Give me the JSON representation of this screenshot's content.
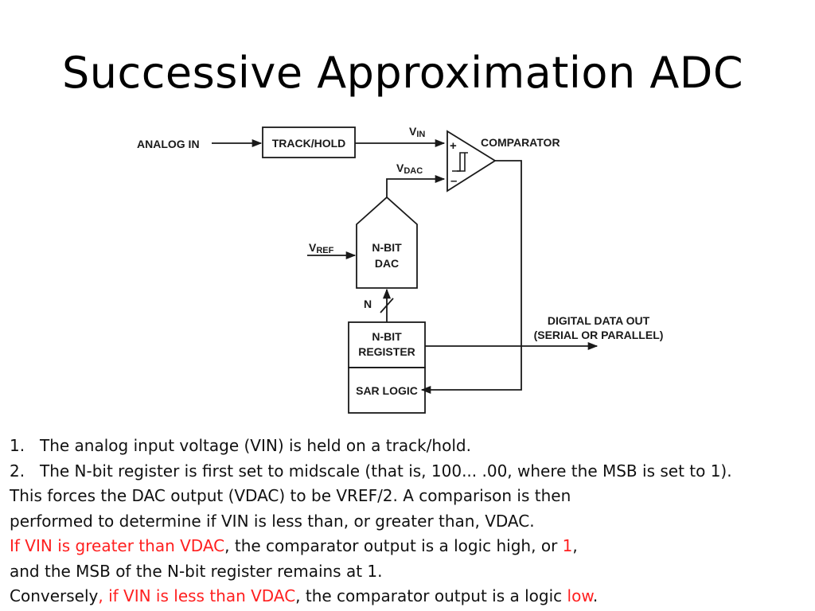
{
  "title": "Successive Approximation ADC",
  "diagram": {
    "analog_in": "ANALOG IN",
    "track_hold": "TRACK/HOLD",
    "vin_main": "V",
    "vin_sub": "IN",
    "vdac_main": "V",
    "vdac_sub": "DAC",
    "plus": "+",
    "minus": "–",
    "comparator": "COMPARATOR",
    "vref_main": "V",
    "vref_sub": "REF",
    "dac_line1": "N-BIT",
    "dac_line2": "DAC",
    "bus_n": "N",
    "register_line1": "N-BIT",
    "register_line2": "REGISTER",
    "sar_logic": "SAR LOGIC",
    "digital_out_line1": "DIGITAL DATA OUT",
    "digital_out_line2": "(SERIAL OR PARALLEL)"
  },
  "text": {
    "item1_num": "1.",
    "item1": "The analog input voltage (VIN) is held on a track/hold.",
    "item2_num": "2.",
    "item2": "The N-bit register is first set to midscale (that is, 100... .00, where the MSB is set to 1).",
    "line3": "This forces the DAC output (VDAC) to be VREF/2. A comparison is then",
    "line4": "performed to determine if VIN is less than, or greater than, VDAC.",
    "line5_red": "If VIN is greater than VDAC",
    "line5_mid": ", the comparator output is a logic high, or ",
    "line5_red2": "1",
    "line5_end": ",",
    "line6": "and the MSB of the N-bit register remains at 1.",
    "line7_start": "Conversely",
    "line7_red": ", if VIN is less than VDAC",
    "line7_mid": ", the comparator output is a logic ",
    "line7_red2": "low",
    "line7_end": "."
  },
  "colors": {
    "highlight": "#ff2020",
    "diagram_stroke": "#1a1a1a"
  }
}
